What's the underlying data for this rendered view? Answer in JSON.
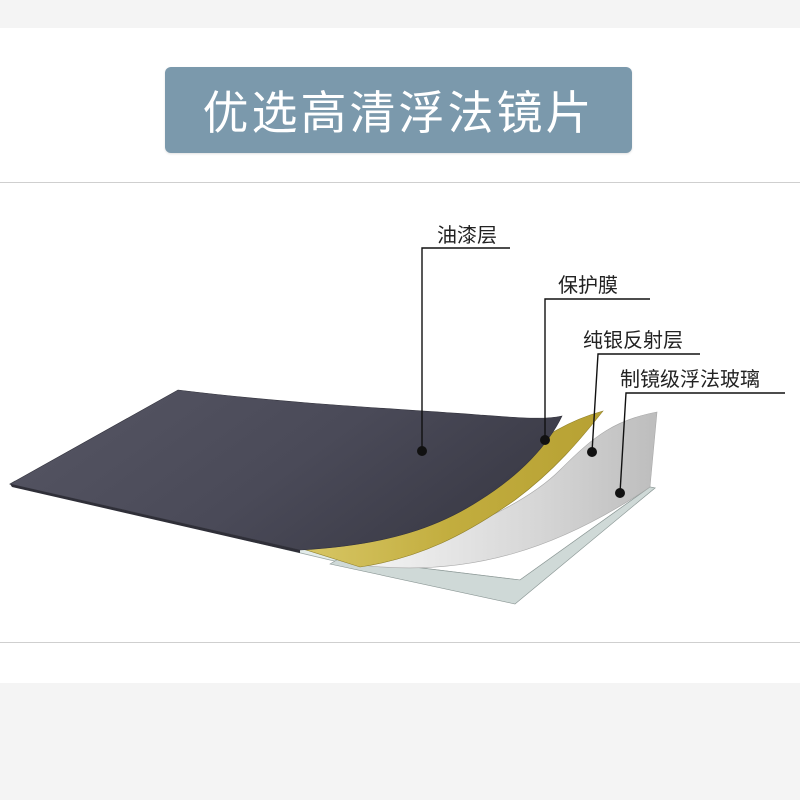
{
  "title": "优选高清浮法镜片",
  "colors": {
    "title_bg": "#7b99ac",
    "paint_layer": "#4c4c5c",
    "protective_film": "#c9b54a",
    "silver_layer": "#d9d9d9",
    "glass": "#ffffff"
  },
  "layers": [
    {
      "id": "paint",
      "label": "油漆层"
    },
    {
      "id": "film",
      "label": "保护膜"
    },
    {
      "id": "silver",
      "label": "纯银反射层"
    },
    {
      "id": "glass",
      "label": "制镜级浮法玻璃"
    }
  ]
}
